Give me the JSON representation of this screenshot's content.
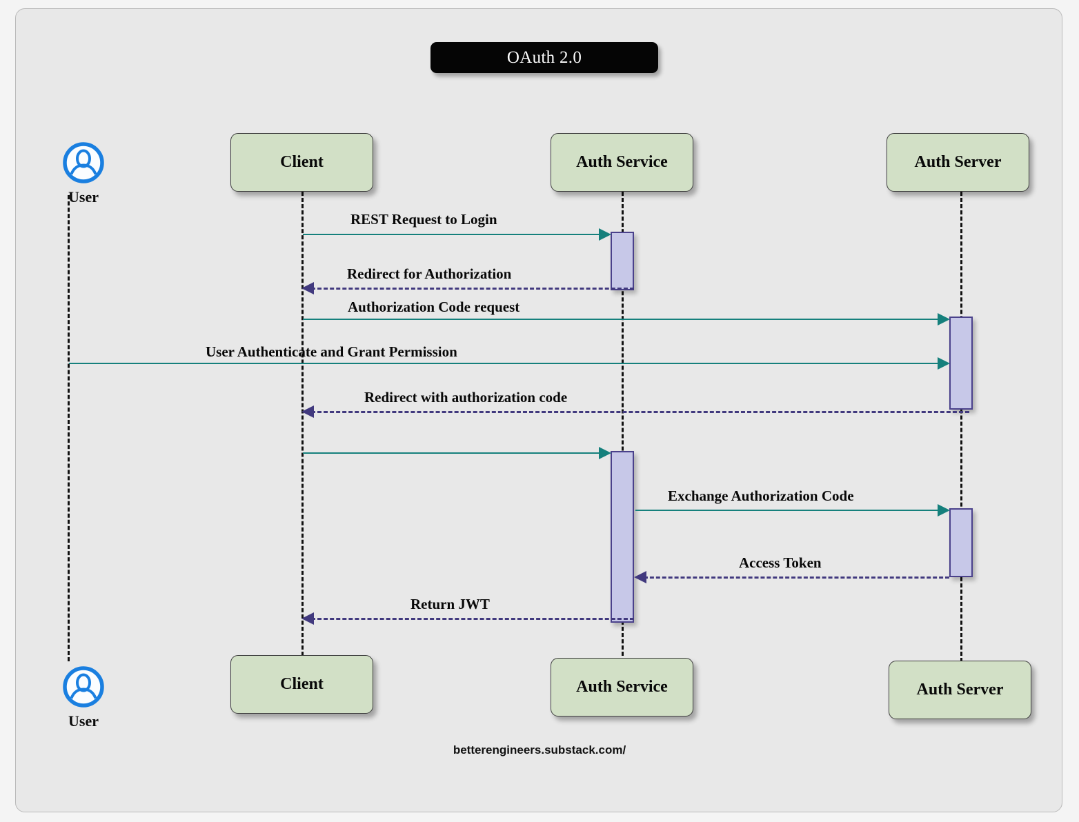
{
  "diagram": {
    "type": "sequence-diagram",
    "title": "OAuth 2.0",
    "footer": "betterengineers.substack.com/",
    "colors": {
      "title_bg": "#050505",
      "title_text": "#ffffff",
      "participant_fill": "#d2e0c6",
      "participant_border": "#3d3d3d",
      "activation_fill": "#c7c8e8",
      "activation_border": "#4a418b",
      "solid_arrow": "#15807c",
      "dashed_arrow": "#41397e",
      "actor_accent": "#1a7fe0",
      "canvas_bg": "#e8e8e8"
    }
  },
  "actors": {
    "top": {
      "label": "User",
      "icon": "user-circle-icon"
    },
    "bottom": {
      "label": "User",
      "icon": "user-circle-icon"
    }
  },
  "participants": [
    {
      "id": "client",
      "label": "Client"
    },
    {
      "id": "auth_service",
      "label": "Auth Service"
    },
    {
      "id": "auth_server",
      "label": "Auth Server"
    }
  ],
  "participants_bottom": [
    {
      "id": "client",
      "label": "Client"
    },
    {
      "id": "auth_service",
      "label": "Auth Service"
    },
    {
      "id": "auth_server",
      "label": "Auth Server"
    }
  ],
  "messages": [
    {
      "id": "m1",
      "label": "REST Request to Login",
      "from": "client",
      "to": "auth_service",
      "style": "solid",
      "direction": "right"
    },
    {
      "id": "m2",
      "label": "Redirect for Authorization",
      "from": "auth_service",
      "to": "client",
      "style": "dashed",
      "direction": "left"
    },
    {
      "id": "m3",
      "label": "Authorization Code request",
      "from": "client",
      "to": "auth_server",
      "style": "solid",
      "direction": "right"
    },
    {
      "id": "m4",
      "label": "User Authenticate and Grant Permission",
      "from": "user",
      "to": "auth_server",
      "style": "solid",
      "direction": "right"
    },
    {
      "id": "m5",
      "label": "Redirect with authorization code",
      "from": "auth_server",
      "to": "client",
      "style": "dashed",
      "direction": "left"
    },
    {
      "id": "m6",
      "label": "",
      "from": "client",
      "to": "auth_service",
      "style": "solid",
      "direction": "right"
    },
    {
      "id": "m7",
      "label": "Exchange Authorization Code",
      "from": "auth_service",
      "to": "auth_server",
      "style": "solid",
      "direction": "right"
    },
    {
      "id": "m8",
      "label": "Access Token",
      "from": "auth_server",
      "to": "auth_service",
      "style": "dashed",
      "direction": "left"
    },
    {
      "id": "m9",
      "label": "Return JWT",
      "from": "auth_service",
      "to": "client",
      "style": "dashed",
      "direction": "left"
    }
  ]
}
